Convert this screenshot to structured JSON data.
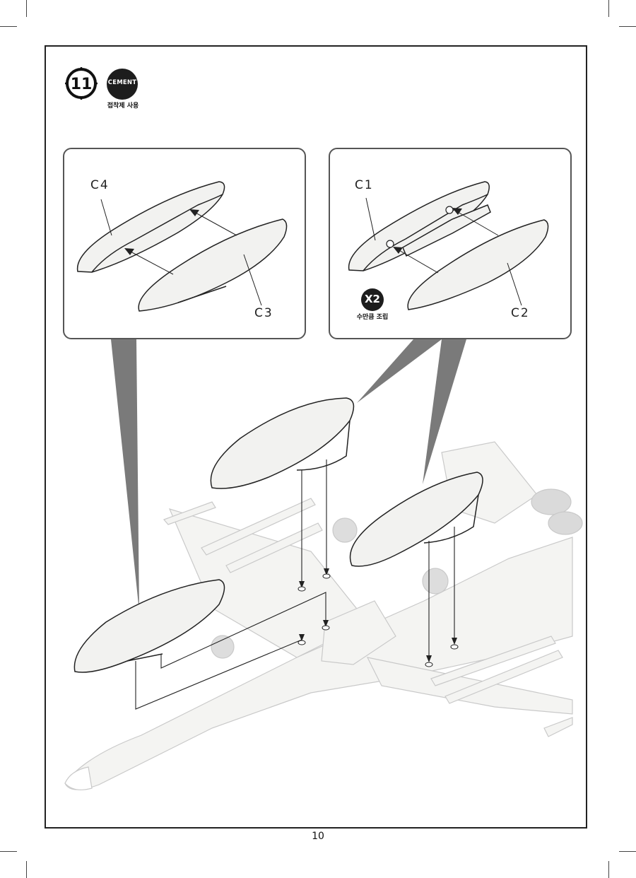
{
  "step": {
    "number": "11"
  },
  "cement": {
    "label": "CEMENT",
    "caption": "접착제 사용"
  },
  "panels": {
    "left": {
      "part_a": "C4",
      "part_b": "C3"
    },
    "right": {
      "part_a": "C1",
      "part_b": "C2",
      "multiplier": "X2",
      "multiplier_caption": "수만큼 조립"
    }
  },
  "page": {
    "number": "10"
  },
  "colors": {
    "part_fill": "#f2f2f0",
    "line": "#222222",
    "pointer": "#7a7a7a"
  }
}
